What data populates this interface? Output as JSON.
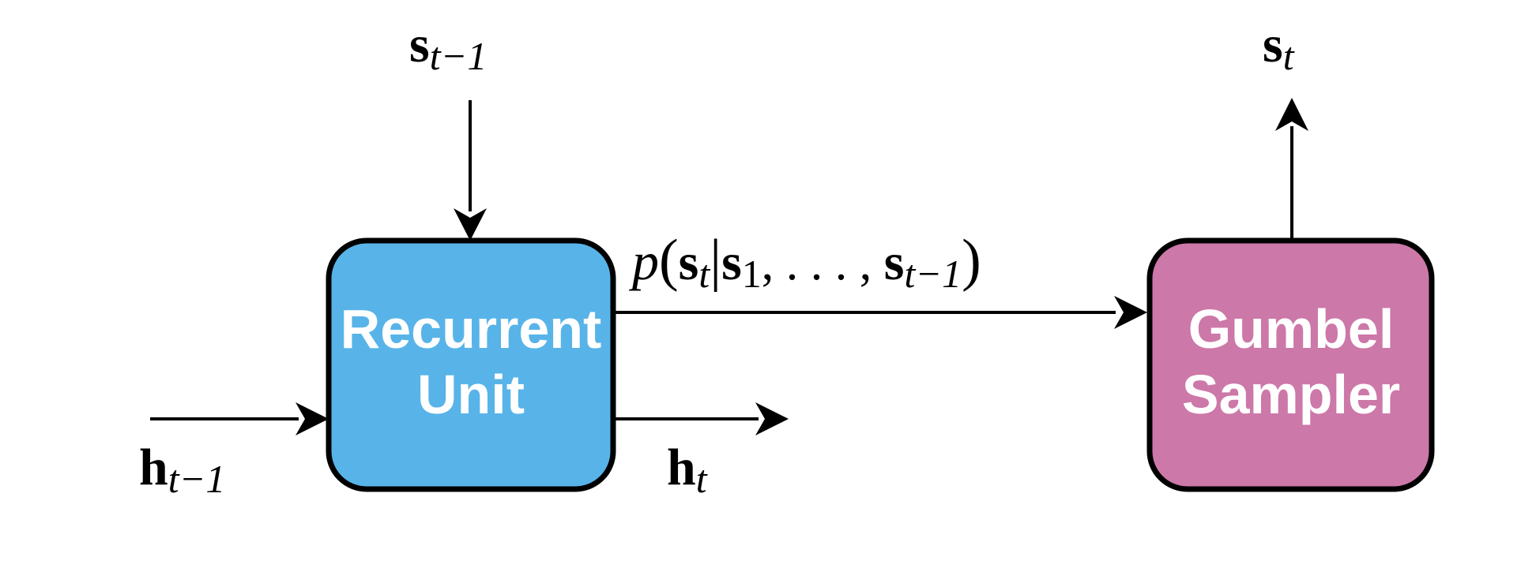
{
  "colors": {
    "recurrent_fill": "#58B4E8",
    "sampler_fill": "#CC78A8",
    "box_text": "#FFFFFF",
    "stroke": "#000000"
  },
  "recurrent_unit": {
    "line1": "Recurrent",
    "line2": "Unit"
  },
  "gumbel_sampler": {
    "line1": "Gumbel",
    "line2": "Sampler"
  },
  "labels": {
    "s_prev": {
      "base": "s",
      "sub": "t−1"
    },
    "s_t": {
      "base": "s",
      "sub": "t"
    },
    "h_prev": {
      "base": "h",
      "sub": "t−1"
    },
    "h_t": {
      "base": "h",
      "sub": "t"
    },
    "prob": {
      "p": "p",
      "open": "(",
      "s_t_base": "s",
      "s_t_sub": "t",
      "bar": "|",
      "s1_base": "s",
      "s1_sub": "1",
      "mid": ", . . . , ",
      "sl_base": "s",
      "sl_sub": "t−1",
      "close": ")"
    }
  }
}
